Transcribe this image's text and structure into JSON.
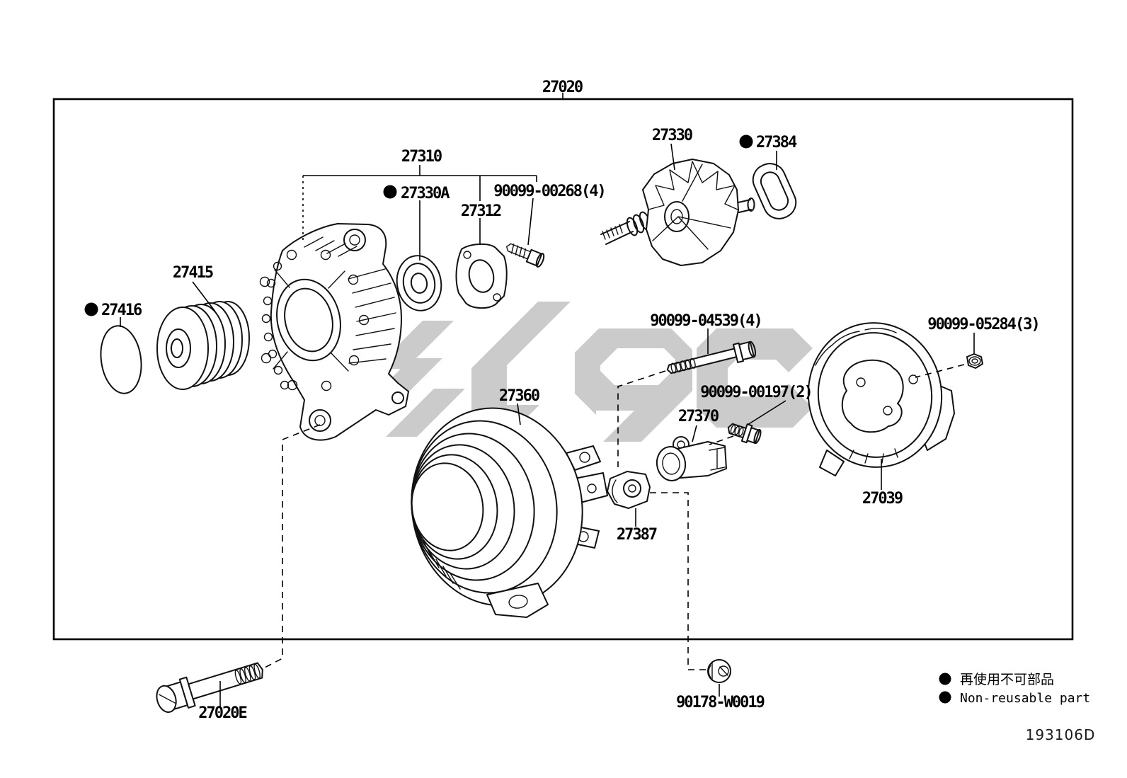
{
  "colors": {
    "ink": "#000000",
    "watermark_gray": "#cbcbcb",
    "background": "#ffffff"
  },
  "labels": {
    "p27020": "27020",
    "p27310": "27310",
    "p27330a": "27330A",
    "p27312": "27312",
    "s90099_00268": "90099-00268(4)",
    "p27330": "27330",
    "p27384": "27384",
    "p27415": "27415",
    "p27416": "27416",
    "s90099_04539": "90099-04539(4)",
    "s90099_05284": "90099-05284(3)",
    "p27360": "27360",
    "s90099_00197": "90099-00197(2)",
    "p27370": "27370",
    "p27039": "27039",
    "p27387": "27387",
    "p27020e": "27020E",
    "s90178_w0019": "90178-W0019"
  },
  "non_reusable_parts": [
    "27330A",
    "27384",
    "27416"
  ],
  "legend": {
    "jp": "再使用不可部品",
    "en": "Non-reusable part"
  },
  "footer": {
    "drawing_code": "193106D"
  }
}
